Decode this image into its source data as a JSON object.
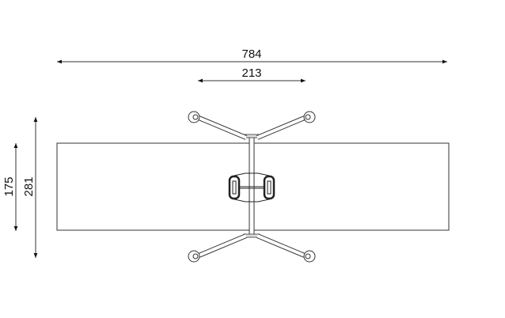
{
  "dimensions": {
    "overall_length": "784",
    "seesaw_span": "213",
    "board_width": "175",
    "overall_width": "281"
  },
  "colors": {
    "line": "#333333",
    "background": "#ffffff"
  }
}
